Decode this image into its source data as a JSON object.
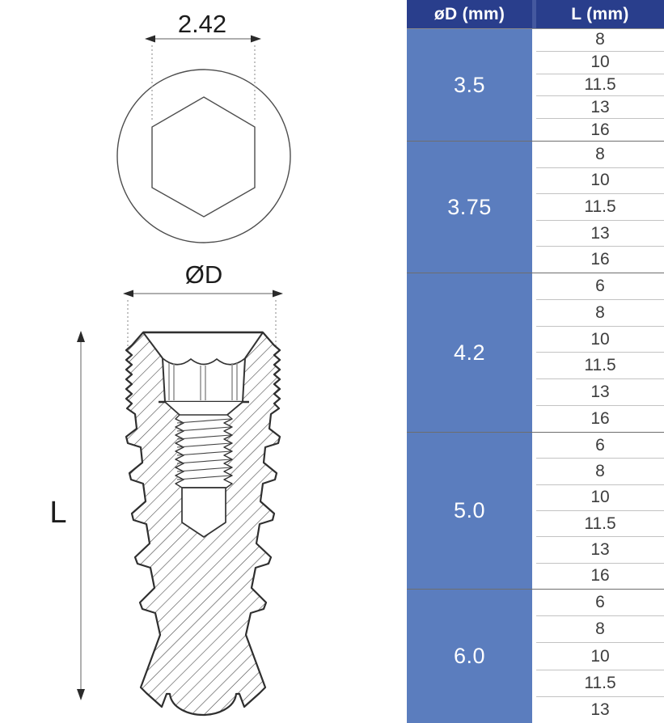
{
  "diagram": {
    "top_view": {
      "dimension_label": "2.42"
    },
    "side_view": {
      "diameter_label": "ØD",
      "length_label": "L"
    }
  },
  "table": {
    "columns": [
      "øD (mm)",
      "L (mm)"
    ],
    "groups": [
      {
        "diameter": "3.5",
        "lengths": [
          "8",
          "10",
          "11.5",
          "13",
          "16"
        ]
      },
      {
        "diameter": "3.75",
        "lengths": [
          "8",
          "10",
          "11.5",
          "13",
          "16"
        ]
      },
      {
        "diameter": "4.2",
        "lengths": [
          "6",
          "8",
          "10",
          "11.5",
          "13",
          "16"
        ]
      },
      {
        "diameter": "5.0",
        "lengths": [
          "6",
          "8",
          "10",
          "11.5",
          "13",
          "16"
        ]
      },
      {
        "diameter": "6.0",
        "lengths": [
          "6",
          "8",
          "10",
          "11.5",
          "13"
        ]
      }
    ],
    "colors": {
      "header_bg": "#293E8C",
      "diameter_cell_bg": "#5B7DBE",
      "header_text": "#FFFFFF",
      "value_text": "#3D3D3D"
    }
  }
}
